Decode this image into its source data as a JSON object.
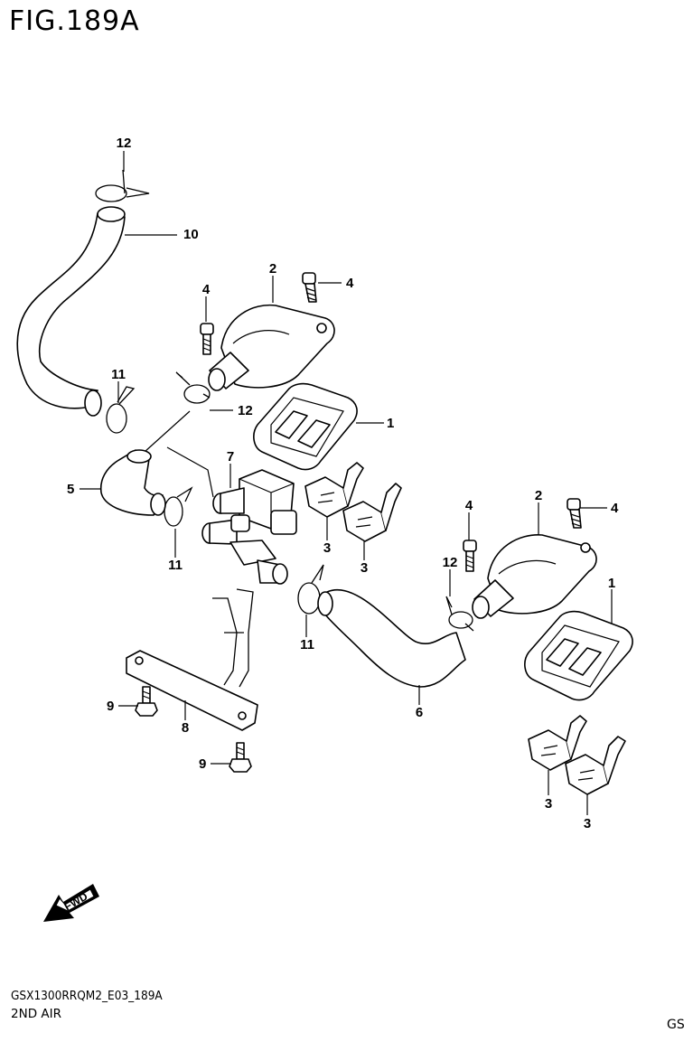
{
  "figure": {
    "title": "FIG.189A",
    "code": "GSX1300RRQM2_E03_189A",
    "name": "2ND AIR",
    "region": "GS",
    "fwd_label": "FWD"
  },
  "callouts": [
    "12",
    "10",
    "2",
    "4",
    "4",
    "11",
    "12",
    "1",
    "7",
    "5",
    "3",
    "3",
    "11",
    "11",
    "4",
    "2",
    "4",
    "12",
    "1",
    "6",
    "9",
    "8",
    "9",
    "3",
    "3"
  ]
}
